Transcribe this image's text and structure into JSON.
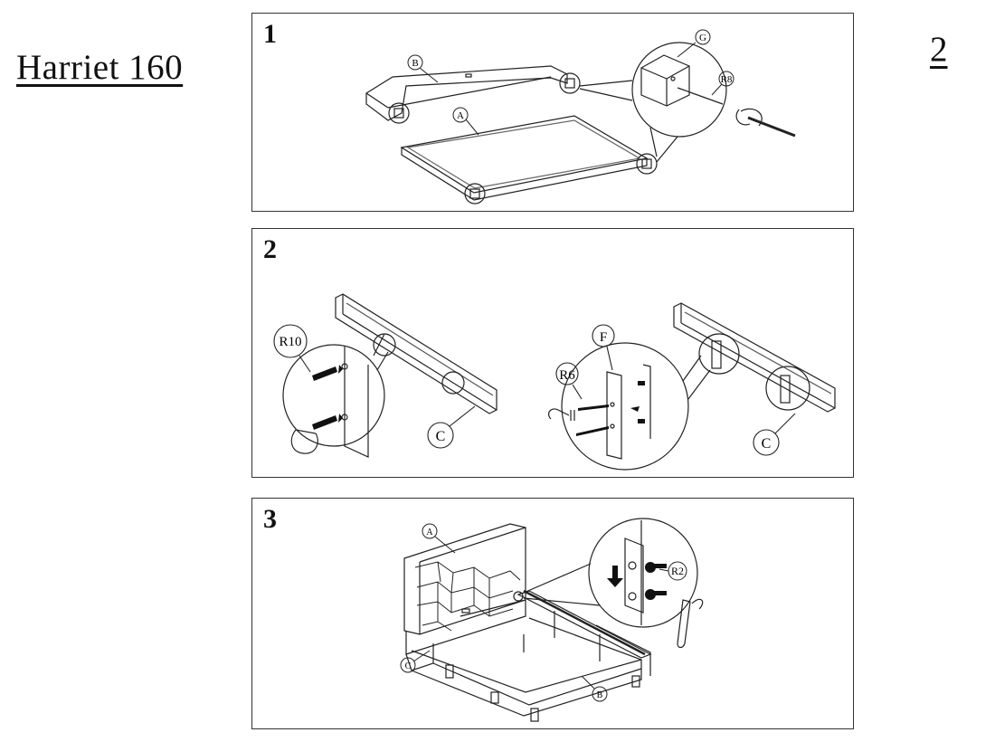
{
  "header": {
    "title": "Harriet 160",
    "page_number": "2"
  },
  "steps": [
    {
      "number": "1",
      "labels": {
        "B": "B",
        "A": "A",
        "G": "G",
        "R8": "R8"
      }
    },
    {
      "number": "2",
      "labels": {
        "R10": "R10",
        "C_left": "C",
        "F": "F",
        "R6": "R6",
        "C_right": "C"
      }
    },
    {
      "number": "3",
      "labels": {
        "A": "A",
        "C": "C",
        "B": "B",
        "R2": "R2"
      }
    }
  ],
  "colors": {
    "ink": "#222222",
    "hardware": "#111111"
  }
}
